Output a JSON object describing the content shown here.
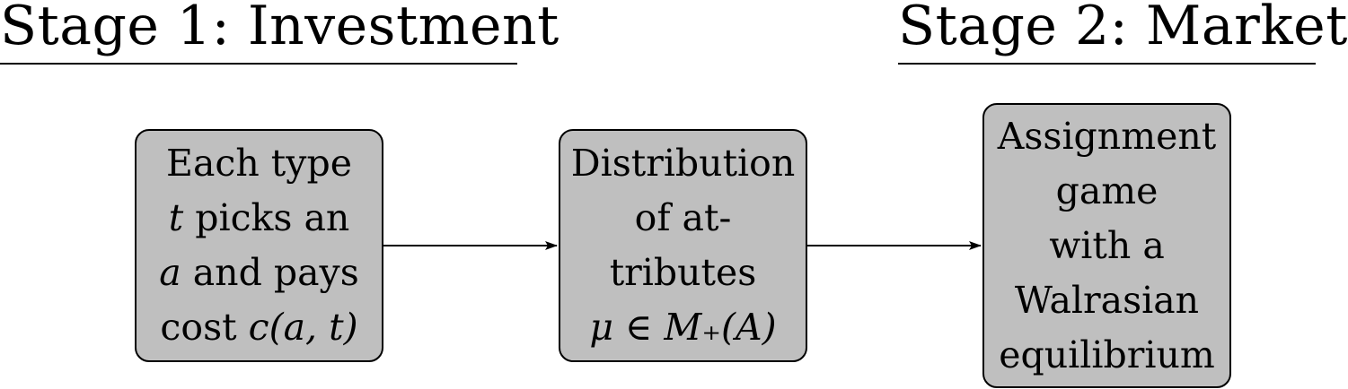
{
  "stages": [
    {
      "title": "Stage 1: Investment"
    },
    {
      "title": "Stage 2: Market"
    }
  ],
  "boxes": [
    {
      "lines": [
        [
          "Each type"
        ],
        [
          "t",
          " picks an"
        ],
        [
          "a",
          " and pays"
        ],
        [
          "cost ",
          "c(a, t)"
        ]
      ]
    },
    {
      "lines": [
        [
          "Distribution"
        ],
        [
          "of at-"
        ],
        [
          "tributes"
        ],
        [
          "μ ∈ M₊(A)"
        ]
      ]
    },
    {
      "lines": [
        [
          "Assignment"
        ],
        [
          "game"
        ],
        [
          "with a"
        ],
        [
          "Walrasian"
        ],
        [
          "equilibrium"
        ]
      ]
    }
  ]
}
